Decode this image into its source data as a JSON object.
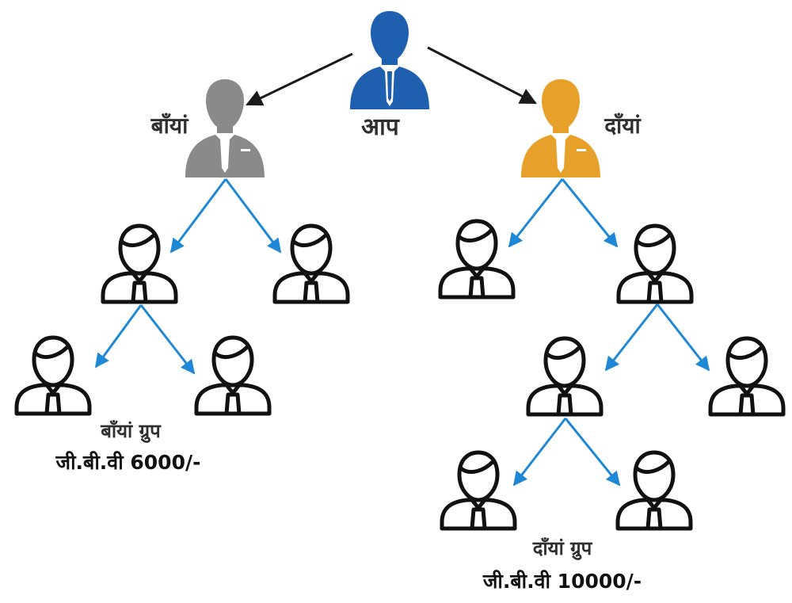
{
  "labels": {
    "you": "आप",
    "left": "बाँयां",
    "right": "दाँयां",
    "left_group_title": "बाँयां ग्रुप",
    "left_group_value": "जी.बी.वी 6000/-",
    "right_group_title": "दाँयां ग्रुप",
    "right_group_value": "जी.बी.वी 10000/-"
  },
  "colors": {
    "you": "#1f5fb0",
    "left": "#8a8a8a",
    "right": "#e7a12a",
    "branch_top": "#1a1a1a",
    "branch": "#1e88d6"
  }
}
